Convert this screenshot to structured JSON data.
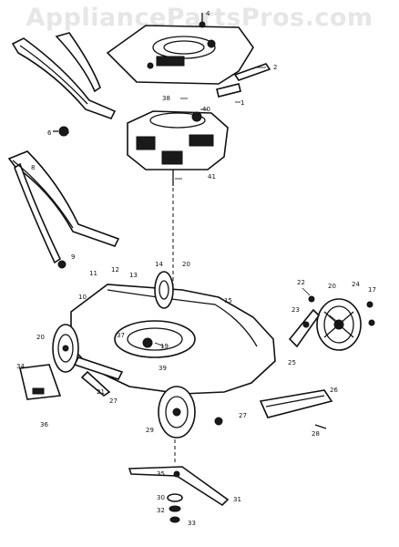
{
  "watermark": "AppliancePartsPros.com",
  "callouts": [
    {
      "id": "c4",
      "text": "4"
    },
    {
      "id": "c2",
      "text": "2"
    },
    {
      "id": "c1",
      "text": "1"
    },
    {
      "id": "c38",
      "text": "38"
    },
    {
      "id": "c40",
      "text": "40"
    },
    {
      "id": "c6",
      "text": "6"
    },
    {
      "id": "c41",
      "text": "41"
    },
    {
      "id": "c8",
      "text": "8"
    },
    {
      "id": "c9",
      "text": "9"
    },
    {
      "id": "c11",
      "text": "11"
    },
    {
      "id": "c12",
      "text": "12"
    },
    {
      "id": "c13",
      "text": "13"
    },
    {
      "id": "c14",
      "text": "14"
    },
    {
      "id": "c20a",
      "text": "20"
    },
    {
      "id": "c10",
      "text": "10"
    },
    {
      "id": "c15",
      "text": "15"
    },
    {
      "id": "c22",
      "text": "22"
    },
    {
      "id": "c20b",
      "text": "20"
    },
    {
      "id": "c24",
      "text": "24"
    },
    {
      "id": "c17",
      "text": "17"
    },
    {
      "id": "c23",
      "text": "23"
    },
    {
      "id": "c20c",
      "text": "20"
    },
    {
      "id": "c37",
      "text": "37"
    },
    {
      "id": "c19",
      "text": "19"
    },
    {
      "id": "c25",
      "text": "25"
    },
    {
      "id": "c34",
      "text": "34"
    },
    {
      "id": "c39",
      "text": "39"
    },
    {
      "id": "c21",
      "text": "21"
    },
    {
      "id": "c27a",
      "text": "27"
    },
    {
      "id": "c28",
      "text": "28"
    },
    {
      "id": "c26",
      "text": "26"
    },
    {
      "id": "c27b",
      "text": "27"
    },
    {
      "id": "c36",
      "text": "36"
    },
    {
      "id": "c29",
      "text": "29"
    },
    {
      "id": "c30",
      "text": "30"
    },
    {
      "id": "c31",
      "text": "31"
    },
    {
      "id": "c32",
      "text": "32"
    },
    {
      "id": "c33",
      "text": "33"
    },
    {
      "id": "c35",
      "text": "35"
    }
  ]
}
